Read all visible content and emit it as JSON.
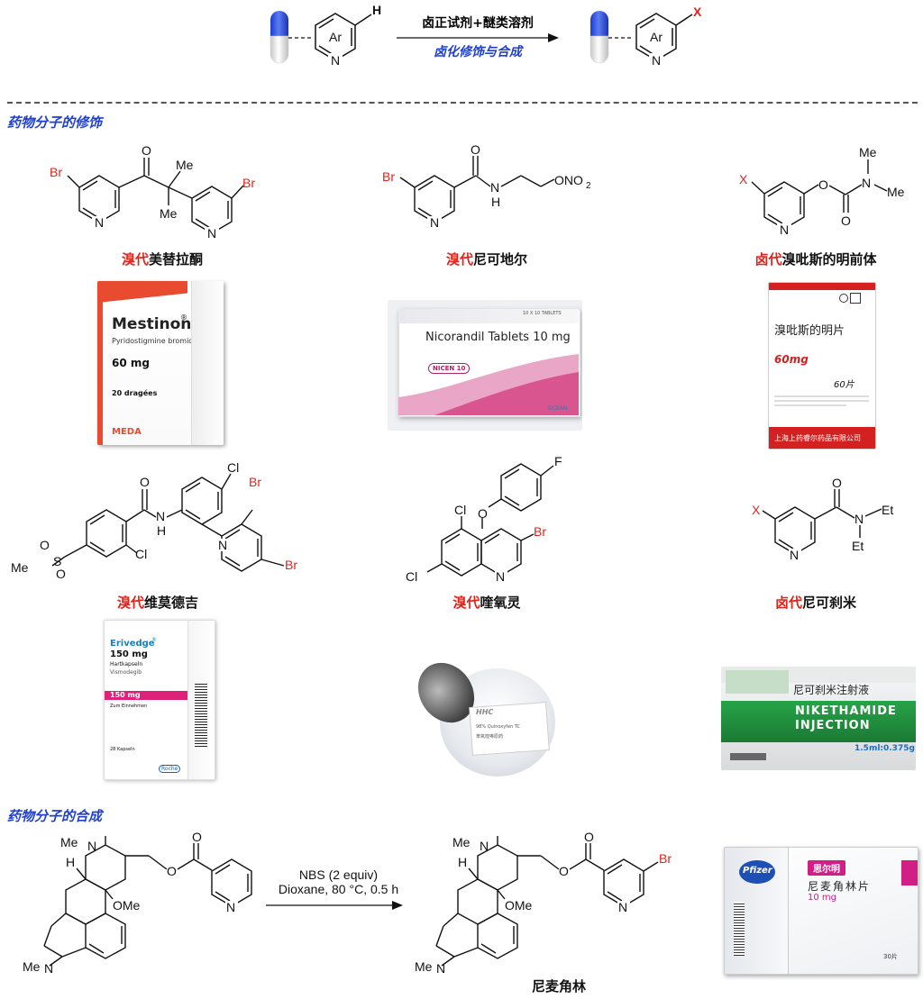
{
  "scheme": {
    "reagent": "卤正试剂+醚类溶剂",
    "process": "卤化修饰与合成",
    "ar": "Ar",
    "h": "H",
    "x": "X",
    "n": "N"
  },
  "sections": {
    "modification": "药物分子的修饰",
    "synthesis": "药物分子的合成"
  },
  "compounds": [
    {
      "prefix": "溴代",
      "name": "美替拉酮"
    },
    {
      "prefix": "溴代",
      "name": "尼可地尔"
    },
    {
      "prefix": "卤代",
      "name": "溴吡斯的明前体"
    },
    {
      "prefix": "溴代",
      "name": "维莫德吉"
    },
    {
      "prefix": "溴代",
      "name": "喹氧灵"
    },
    {
      "prefix": "卤代",
      "name": "尼可刹米"
    }
  ],
  "atoms": {
    "br": "Br",
    "n": "N",
    "o": "O",
    "me": "Me",
    "x": "X",
    "cl": "Cl",
    "f": "F",
    "h": "H",
    "s": "S",
    "et": "Et",
    "ono2": "ONO",
    "sub2": "2",
    "ome": "OMe"
  },
  "packages": {
    "mestinon": {
      "brand": "Mestinon",
      "reg": "®",
      "generic": "Pyridostigmine bromide",
      "dose": "60 mg",
      "count": "20 dragées",
      "maker": "MEDA"
    },
    "nicorandil": {
      "title": "Nicorandil Tablets 10 mg",
      "brand": "NICEN 10",
      "top": "10 X 10 TABLETS",
      "maker": "OCEAN"
    },
    "pyridostigmine": {
      "title": "溴吡斯的明片",
      "dose": "60mg",
      "count": "60片",
      "company": "上海上药睿尔药品有限公司"
    },
    "erivedge": {
      "brand": "Erivedge",
      "reg": "®",
      "dose": "150 mg",
      "form": "Hartkapseln",
      "generic": "Vismodegib",
      "strip": "150 mg",
      "use": "Zum Einnehmen",
      "count": "28 Kapseln",
      "maker": "Roche"
    },
    "quinoxyfen": {
      "brand": "HHC",
      "line1": "98% Quinoxyfen TC",
      "line2": "苯氧喹啉原药"
    },
    "nikethamide": {
      "cn": "尼可刹米注射液",
      "en1": "NIKETHAMIDE",
      "en2": "INJECTION",
      "dose": "1.5ml:0.375g"
    },
    "nicergoline": {
      "maker": "Pfizer",
      "brand": "思尔明",
      "name": "尼麦角林片",
      "dose": "10 mg",
      "count": "30片"
    }
  },
  "reaction": {
    "line1": "NBS (2 equiv)",
    "line2": "Dioxane, 80 °C, 0.5 h",
    "product": "尼麦角林"
  }
}
